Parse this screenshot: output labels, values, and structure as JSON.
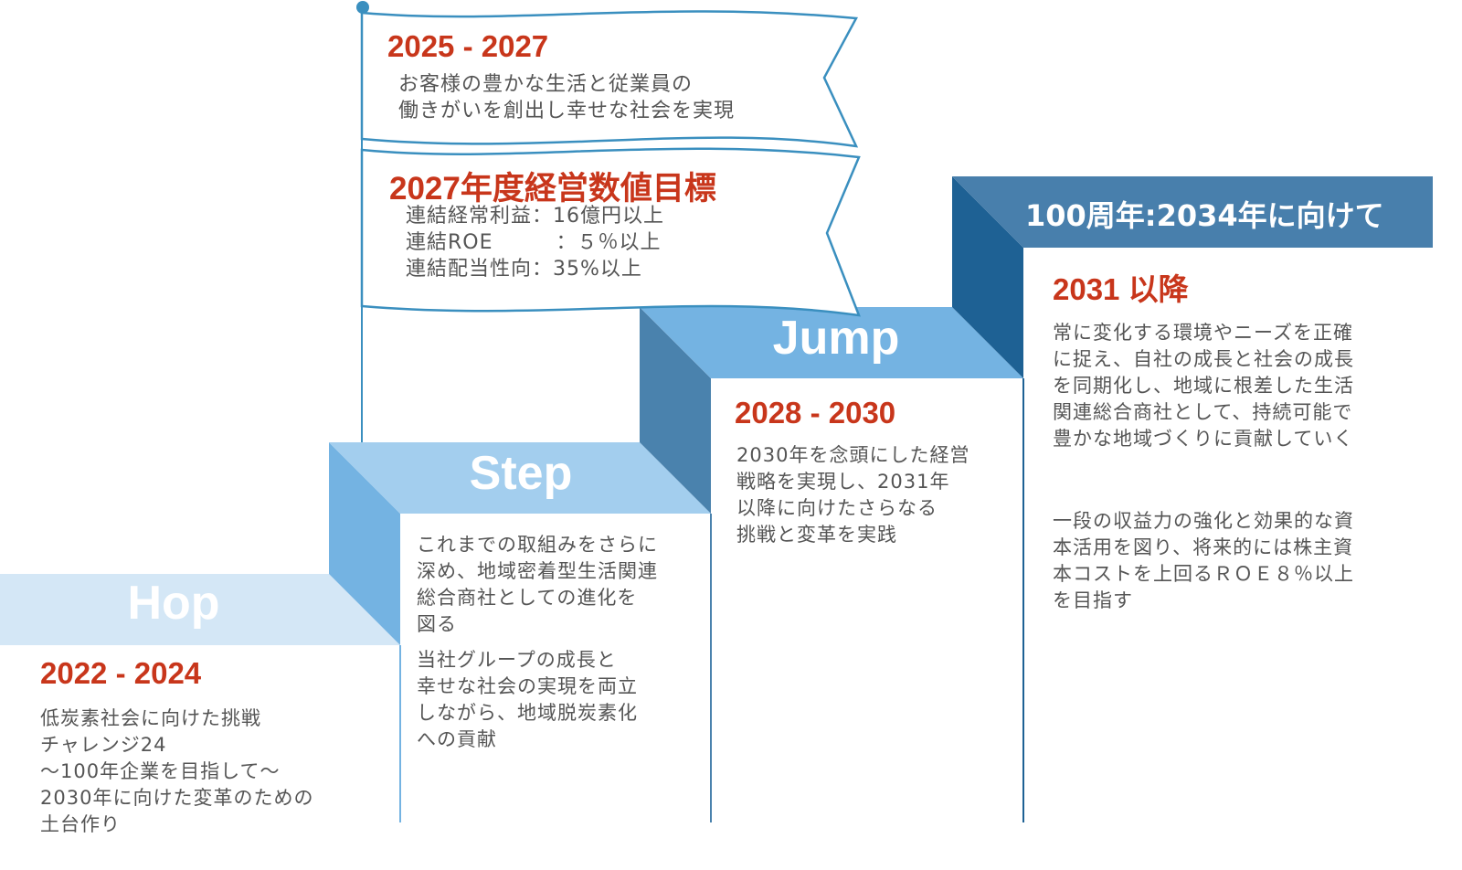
{
  "colors": {
    "accent_red": "#c8361b",
    "text_gray": "#555555",
    "hop": "#d4e7f6",
    "step_top": "#a3ceee",
    "step_side": "#74b3e2",
    "jump_top": "#74b3e2",
    "jump_side": "#4a82ad",
    "goal_top": "#487fac",
    "goal_side": "#1e6194",
    "flag_line": "#3a8fbf"
  },
  "flags": [
    {
      "title": "2025 - 2027",
      "lines": "お客様の豊かな生活と従業員の\n働きがいを創出し幸せな社会を実現"
    },
    {
      "title": "2027年度経営数値目標",
      "lines": "連結経常利益：16億円以上\n連結ROE　　　：５％以上\n連結配当性向：35%以上"
    }
  ],
  "stages": {
    "hop": {
      "label": "Hop",
      "period": "2022 - 2024",
      "text": "低炭素社会に向けた挑戦\nチャレンジ24\n ～100年企業を目指して～\n 2030年に向けた変革のための\n 土台作り"
    },
    "step": {
      "label": "Step",
      "text1": "これまでの取組みをさらに\n深め、地域密着型生活関連\n総合商社としての進化を\n図る",
      "text2": "当社グループの成長と\n幸せな社会の実現を両立\nしながら、地域脱炭素化\nへの貢献"
    },
    "jump": {
      "label": "Jump",
      "period": "2028 - 2030",
      "text": "2030年を念頭にした経営\n戦略を実現し、2031年\n以降に向けたさらなる\n挑戦と変革を実践"
    },
    "goal": {
      "label": "100周年:2034年に向けて",
      "period": "2031 以降",
      "text1": "常に変化する環境やニーズを正確\nに捉え、自社の成長と社会の成長\nを同期化し、地域に根差した生活\n関連総合商社として、持続可能で\n豊かな地域づくりに貢献していく",
      "text2": "一段の収益力の強化と効果的な資\n本活用を図り、将来的には株主資\n本コストを上回るＲＯＥ８％以上\nを目指す"
    }
  }
}
